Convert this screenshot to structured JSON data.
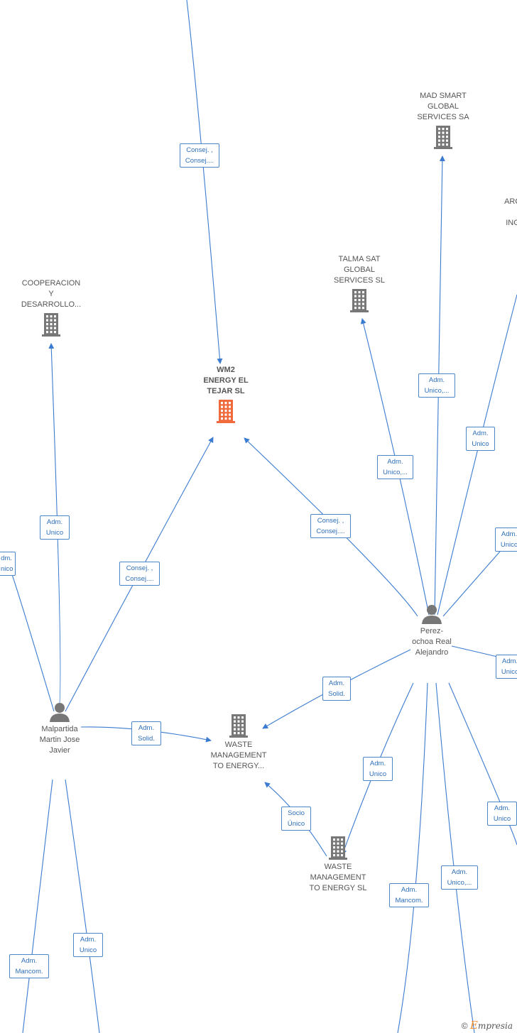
{
  "colors": {
    "edge": "#3b7bd0",
    "building": "#777777",
    "building_main": "#f06a3c",
    "person": "#777777"
  },
  "nodes": {
    "cooperacion": {
      "type": "company",
      "label": "COOPERACION\nY\nDESARROLLO..."
    },
    "wm2": {
      "type": "company-main",
      "label": "WM2\nENERGY EL\nTEJAR  SL"
    },
    "madsmart": {
      "type": "company",
      "label": "MAD SMART\nGLOBAL\nSERVICES SA"
    },
    "talma": {
      "type": "company",
      "label": "TALMA SAT\nGLOBAL\nSERVICES SL"
    },
    "arq": {
      "type": "company",
      "label": "ARQ\n\nING"
    },
    "waste1": {
      "type": "company",
      "label": "WASTE\nMANAGEMENT\nTO ENERGY..."
    },
    "waste2": {
      "type": "company",
      "label": "WASTE\nMANAGEMENT\nTO ENERGY  SL"
    },
    "malpartida": {
      "type": "person",
      "label": "Malpartida\nMartin Jose\nJavier"
    },
    "perez": {
      "type": "person",
      "label": "Perez-\nochoa Real\nAlejandro"
    }
  },
  "edges": [
    {
      "label": "Consej. ,\nConsej...."
    },
    {
      "label": "Adm.\nUnico"
    },
    {
      "label": "dm.\nnico"
    },
    {
      "label": "Consej. ,\nConsej...."
    },
    {
      "label": "Adm.\nSolid."
    },
    {
      "label": "Adm.\nMancom."
    },
    {
      "label": "Adm.\nUnico"
    },
    {
      "label": "Consej. ,\nConsej...."
    },
    {
      "label": "Adm.\nUnico,..."
    },
    {
      "label": "Adm.\nUnico,..."
    },
    {
      "label": "Adm.\nUnico"
    },
    {
      "label": "Adm.\nUnico"
    },
    {
      "label": "Adm.\nUnico"
    },
    {
      "label": "Adm.\nSolid."
    },
    {
      "label": "Adm.\nUnico"
    },
    {
      "label": "Socio\nÚnico"
    },
    {
      "label": "Adm.\nMancom."
    },
    {
      "label": "Adm.\nUnico,..."
    },
    {
      "label": "Adm.\nUnico"
    }
  ],
  "footer": {
    "copyright": "©",
    "brand_first": "E",
    "brand_rest": "mpresia"
  }
}
